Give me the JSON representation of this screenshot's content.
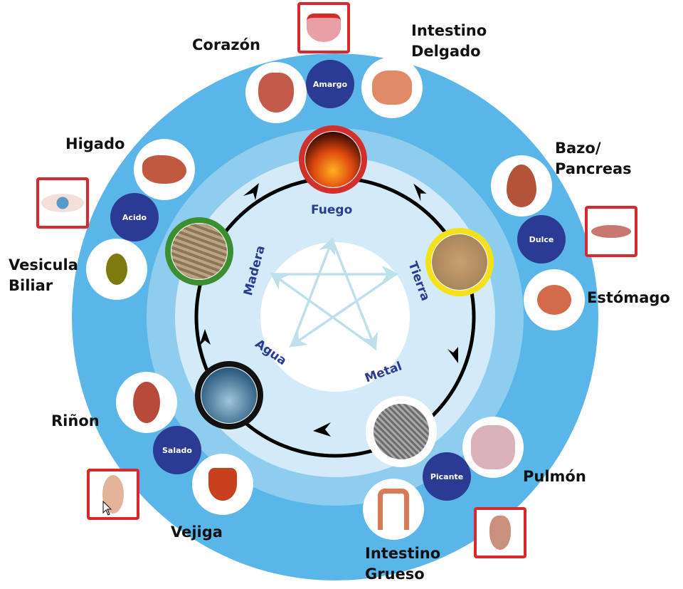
{
  "elements": [
    {
      "name": "Fuego",
      "ring_color": "#d2302d"
    },
    {
      "name": "Tierra",
      "ring_color": "#f4e11c"
    },
    {
      "name": "Metal",
      "ring_color": "#ffffff"
    },
    {
      "name": "Agua",
      "ring_color": "#111111"
    },
    {
      "name": "Madera",
      "ring_color": "#3b8f32"
    }
  ],
  "tastes": [
    "Amargo",
    "Dulce",
    "Picante",
    "Salado",
    "Acido"
  ],
  "organs": {
    "corazon": "Corazón",
    "intestino_delgado": "Intestino\nDelgado",
    "bazo": "Bazo/\nPancreas",
    "estomago": "Estómago",
    "pulmon": "Pulmón",
    "intestino_grueso": "Intestino\nGrueso",
    "rinon": "Riñon",
    "vejiga": "Vejiga",
    "higado": "Higado",
    "vesicula": "Vesicula\nBiliar"
  },
  "senses": [
    "tongue",
    "lips",
    "nose",
    "ear",
    "eye"
  ],
  "colors": {
    "outer_ring": "#5ab5e8",
    "middle_ring": "#8fcdee",
    "inner_ring": "#d3eaf8",
    "taste_circle": "#2b3a92",
    "sense_border": "#d9292f",
    "star": "#bfe0ea"
  }
}
